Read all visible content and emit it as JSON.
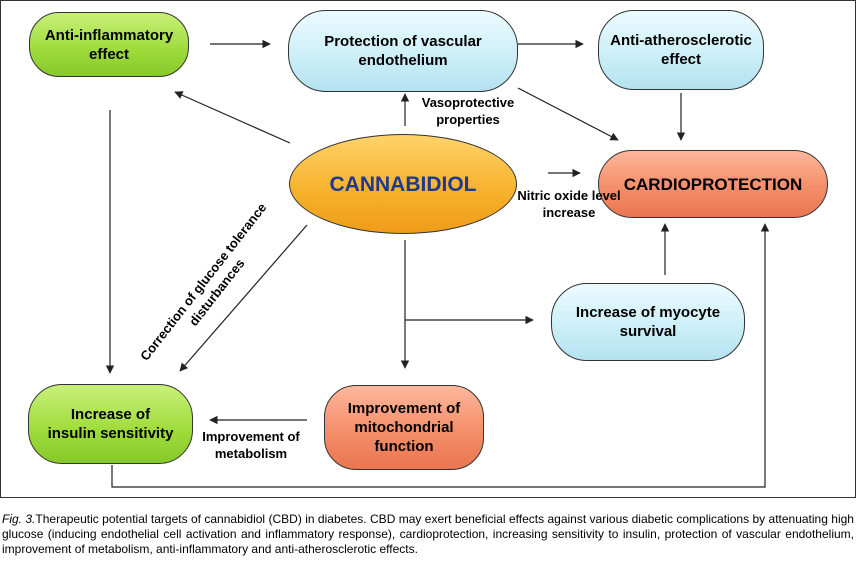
{
  "nodes": {
    "anti_inflammatory": "Anti-inflammatory effect",
    "protection_endothelium": "Protection of vascular endothelium",
    "anti_atherosclerotic": "Anti-atherosclerotic effect",
    "cannabidiol": "CANNABIDIOL",
    "cardioprotection": "CARDIOPROTECTION",
    "myocyte_survival": "Increase of myocyte survival",
    "insulin_sensitivity": "Increase of insulin sensitivity",
    "mitochondrial_function": "Improvement of mitochondrial function"
  },
  "edge_labels": {
    "vasoprotective": "Vasoprotective properties",
    "nitric_oxide": "Nitric oxide level increase",
    "glucose_tolerance": "Correction of glucose tolerance disturbances",
    "metabolism": "Improvement of metabolism"
  },
  "caption": {
    "fig_label": "Fig. 3.",
    "text": "Therapeutic potential targets of cannabidiol (CBD) in diabetes. CBD may exert beneficial effects against various diabetic complications by attenuating high glucose (inducing endothelial cell activation and inflammatory response), cardioprotection, increasing sensitivity to insulin, protection of vascular endothelium, improvement of metabolism, anti-inflammatory and anti-atherosclerotic effects."
  },
  "colors": {
    "green": "#9edb3a",
    "blue": "#cdeff8",
    "orange": "#f7b32e",
    "salmon": "#f48e6a",
    "cannabidiol_text": "#1f3a8c"
  }
}
